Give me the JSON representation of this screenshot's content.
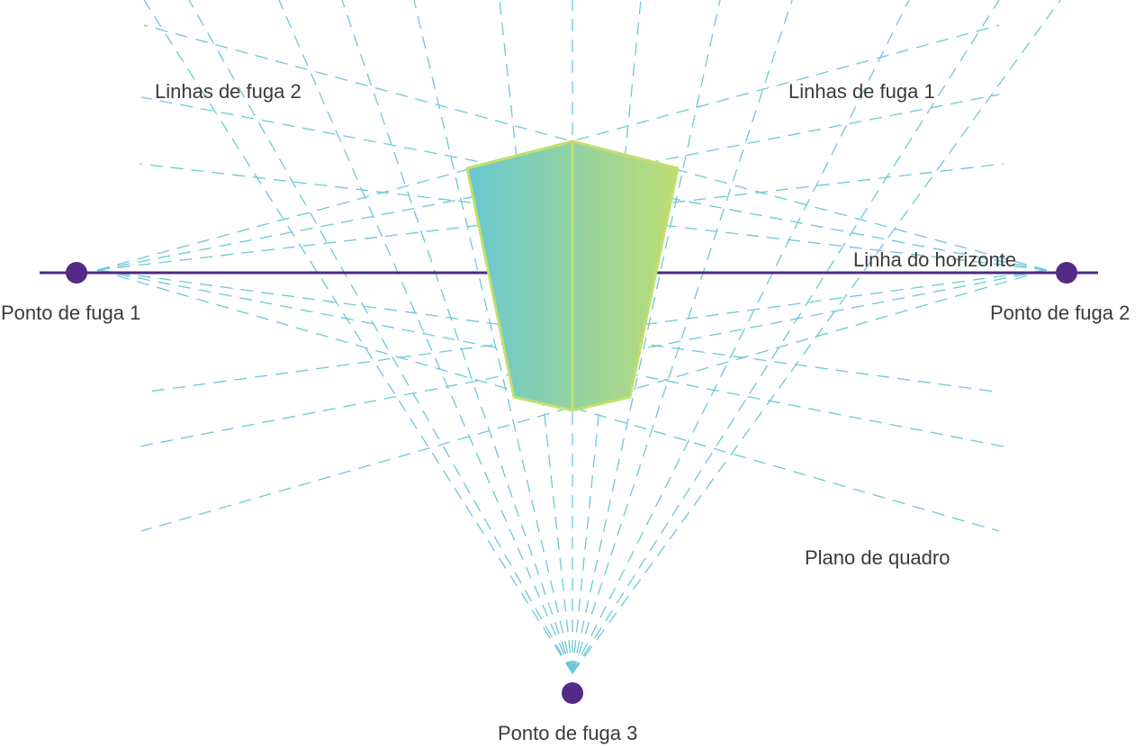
{
  "labels": {
    "vanishing_lines_2": "Linhas de fuga 2",
    "vanishing_lines_1": "Linhas de fuga 1",
    "horizon_line": "Linha do horizonte",
    "vanishing_point_1": "Ponto de fuga 1",
    "vanishing_point_2": "Ponto de fuga 2",
    "vanishing_point_3": "Ponto de fuga 3",
    "picture_plane": "Plano de quadro"
  },
  "colors": {
    "horizon": "#4a2a84",
    "points": "#532b86",
    "dashed_lines": "#6dc8d4",
    "box_left": "#66c8d2",
    "box_right": "#bedd74",
    "box_edge": "#c3df6e",
    "text": "#3a3a3a"
  }
}
